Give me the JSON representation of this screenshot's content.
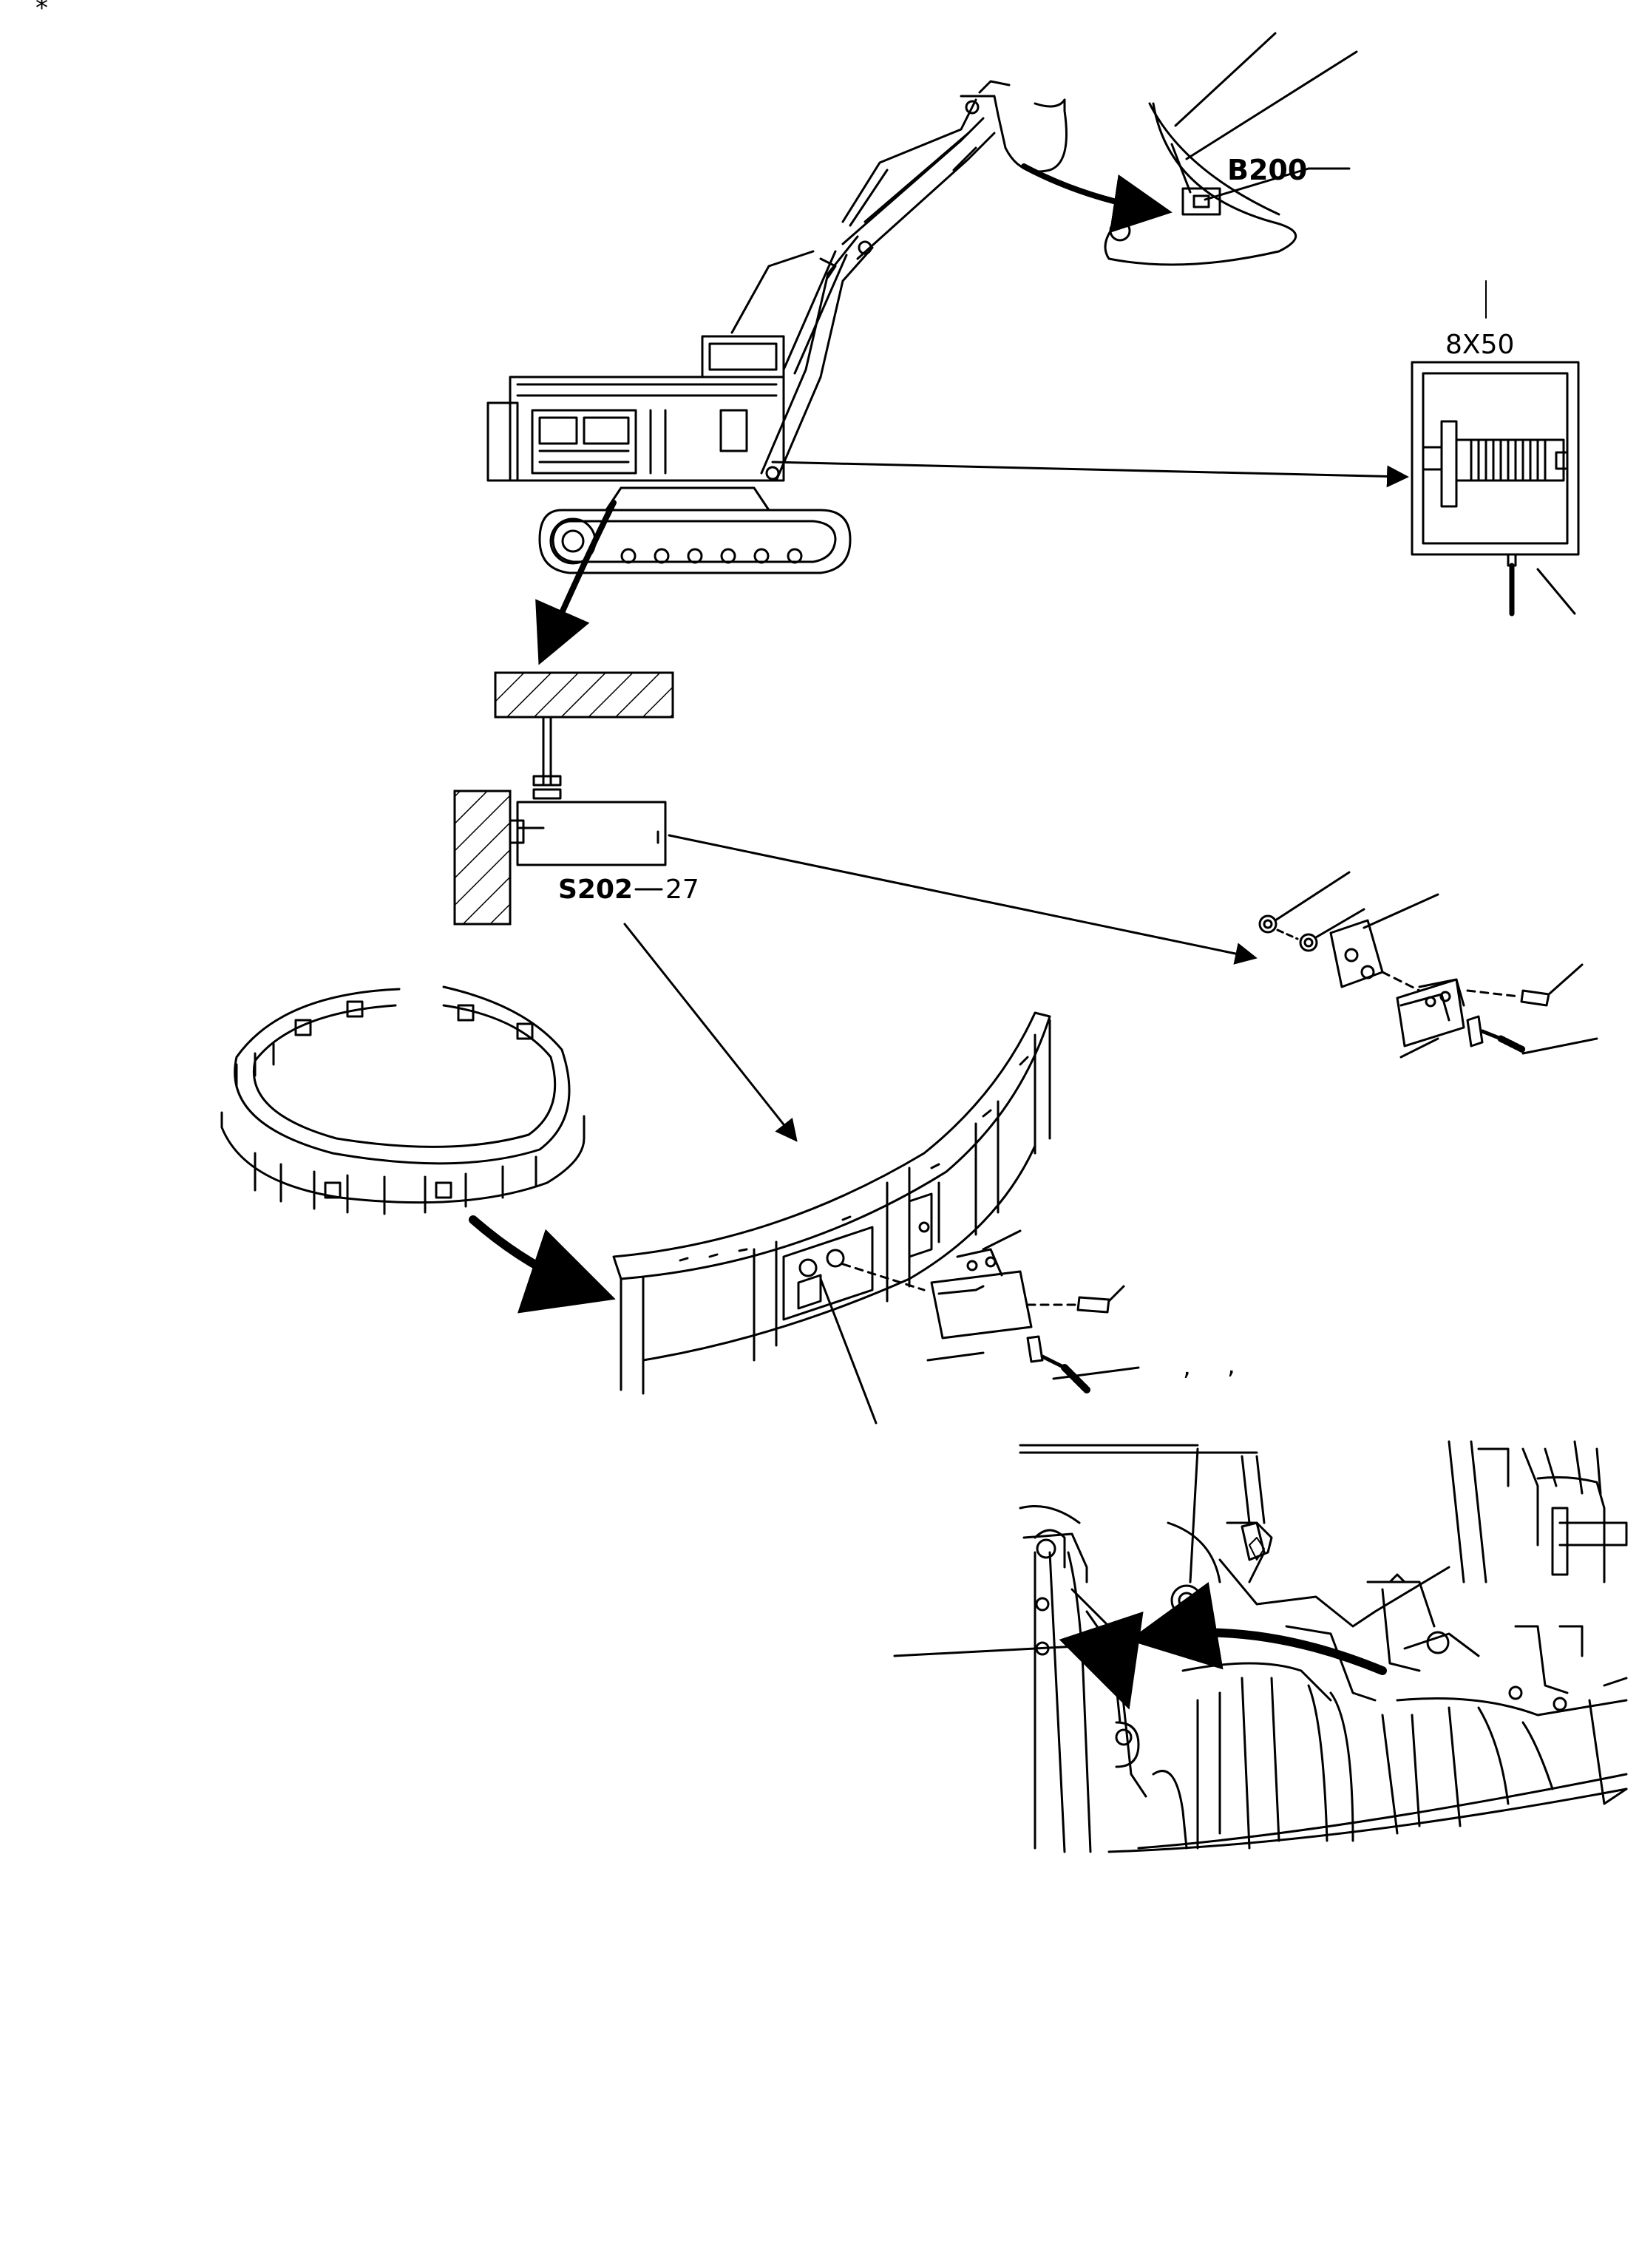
{
  "labels": {
    "corner_mark": "*",
    "bucket_sensor": "B200",
    "box_sensor": "8X50",
    "switch_part": "S202",
    "switch_ref": "27",
    "tick_a": ",",
    "tick_b": ","
  },
  "colors": {
    "ink": "#000000",
    "paper": "#ffffff"
  }
}
